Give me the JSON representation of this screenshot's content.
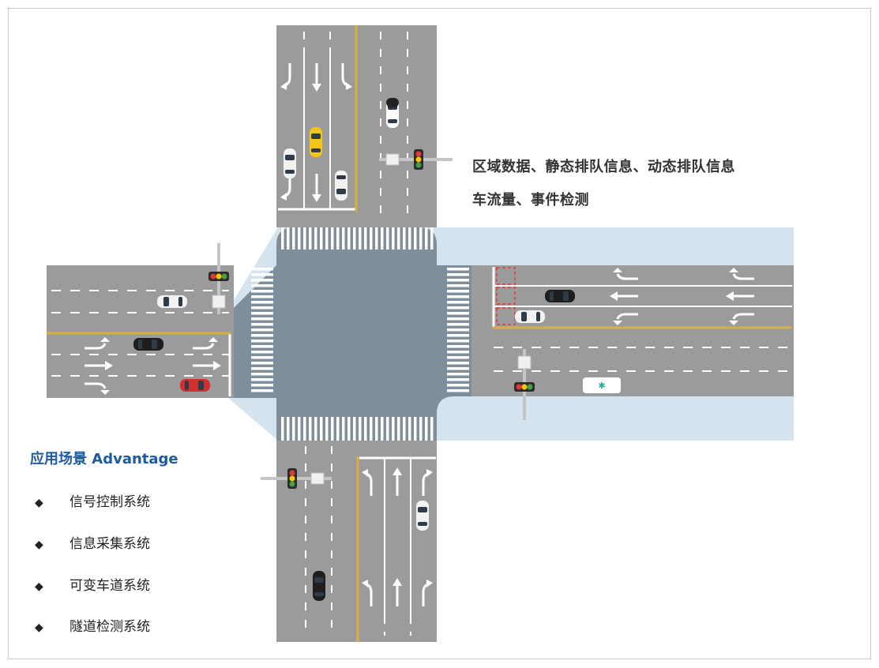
{
  "info": {
    "line1": "区域数据、静态排队信息、动态排队信息",
    "line2": "车流量、事件检测"
  },
  "advantage": {
    "title": "应用场景 Advantage",
    "items": [
      "信号控制系统",
      "信息采集系统",
      "可变车道系统",
      "隧道检测系统"
    ]
  },
  "colors": {
    "road": "#9b9b9b",
    "intersection": "#7e8f9b",
    "detection_zone": "#d5e3ef",
    "yellow_line": "#d9b13a",
    "accent": "#1e5aa0"
  },
  "icons": {
    "signals": "traffic-light-icon",
    "detectors": "radar-detector-icon",
    "vehicles": "car-icon"
  }
}
